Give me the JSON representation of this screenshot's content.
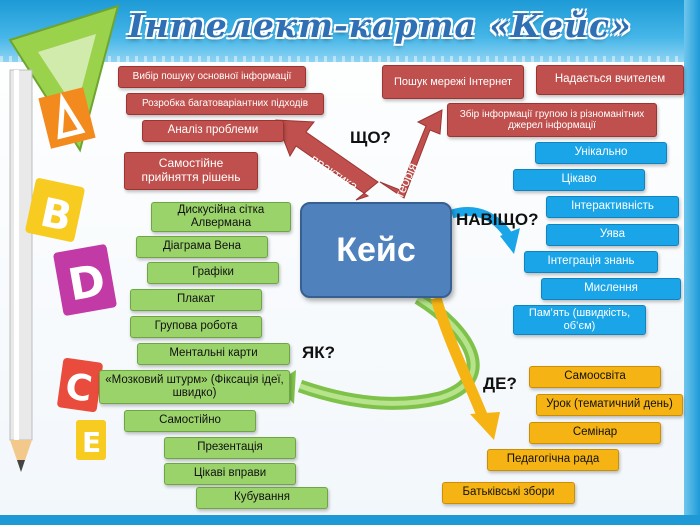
{
  "title": "Інтелект-карта «Кейс»",
  "center": "Кейс",
  "questions": {
    "shcho": "ЩО?",
    "navishcho": "НАВІЩО?",
    "yak": "ЯК?",
    "de": "ДЕ?"
  },
  "arrow_labels": {
    "praktyka": "практика",
    "teoriya": "теорія"
  },
  "red_nodes": [
    "Вибір пошуку основної інформації",
    "Розробка багатоваріантних підходів",
    "Аналіз проблеми",
    "Самостійне прийняття рішень",
    "Пошук мережі Інтернет",
    "Надається  вчителем",
    "Збір інформації групою із різноманітних джерел інформації"
  ],
  "blue_nodes": [
    "Унікально",
    "Цікаво",
    "Інтерактивність",
    "Уява",
    "Інтеграція знань",
    "Мислення",
    "Пам’ять (швидкість, об’єм)"
  ],
  "green_nodes": [
    "Дискусійна сітка Алвермана",
    "Діаграма Вена",
    "Графіки",
    "Плакат",
    "Групова робота",
    "Ментальні карти",
    "«Мозковий штурм» (Фіксація ідеї, швидко)",
    "Самостійно",
    "Презентація",
    "Цікаві вправи",
    "Кубування"
  ],
  "yellow_nodes": [
    "Самоосвіта",
    "Урок (тематичний день)",
    "Семінар",
    "Педагогічна рада",
    "Батьківські збори"
  ],
  "colors": {
    "red": "#c0504d",
    "green": "#9bd36b",
    "blue": "#1aa5e8",
    "yellow": "#f6b414",
    "center": "#4f81bd",
    "title": "#2f6fb4"
  }
}
